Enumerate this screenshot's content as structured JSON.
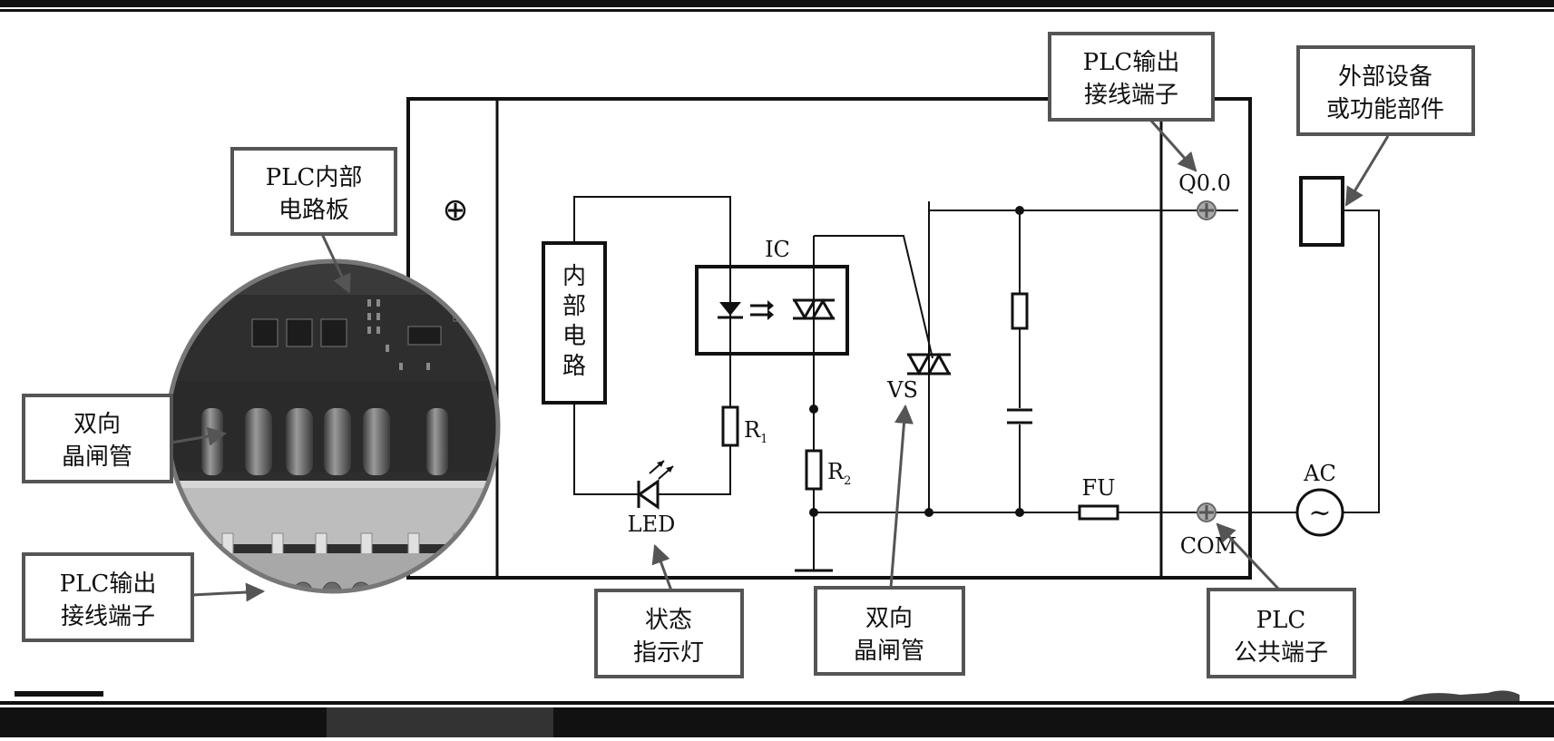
{
  "callouts": {
    "internal_board": [
      "PLC内部",
      "电路板"
    ],
    "thyristor_left": [
      "双向",
      "晶闸管"
    ],
    "terminals_left": [
      "PLC输出",
      "接线端子"
    ],
    "status_light": [
      "状态",
      "指示灯"
    ],
    "thyristor_bottom": [
      "双向",
      "晶闸管"
    ],
    "output_terminal": [
      "PLC输出",
      "接线端子"
    ],
    "external_device": [
      "外部设备",
      "或功能部件"
    ],
    "common_terminal": [
      "PLC",
      "公共端子"
    ]
  },
  "circuit": {
    "internal_circuit": [
      "内",
      "部",
      "电",
      "路"
    ],
    "ic": "IC",
    "r1": "R",
    "r1_sub": "1",
    "r2": "R",
    "r2_sub": "2",
    "led": "LED",
    "vs": "VS",
    "fu": "FU",
    "q00": "Q0.0",
    "com": "COM",
    "ac": "AC",
    "ac_symbol": "~"
  },
  "colors": {
    "line": "#111111",
    "callout_border": "#555555",
    "arrow": "#555555",
    "photo_dark": "#2e2e2e",
    "photo_light": "#cfcfcf"
  }
}
